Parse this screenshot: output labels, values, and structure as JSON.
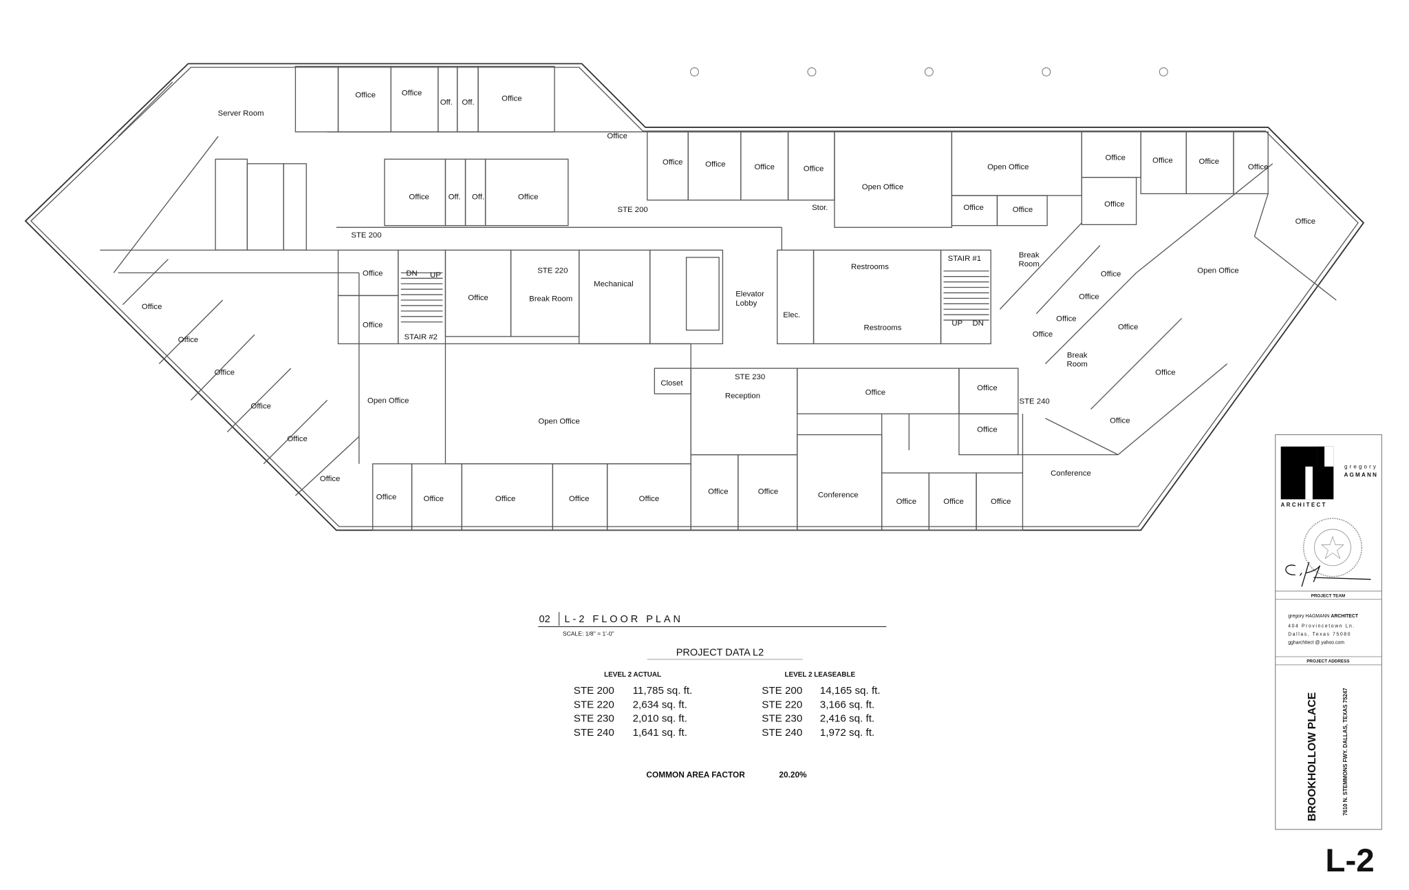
{
  "floor_plan": {
    "rooms": [
      "Server Room",
      "Office",
      "Office",
      "Off.",
      "Off.",
      "Office",
      "Office",
      "Office",
      "Office",
      "Office",
      "Office",
      "Open Office",
      "Open Office",
      "Office",
      "Office",
      "Office",
      "Office",
      "Office",
      "Office",
      "Office",
      "Office",
      "Stor.",
      "Office",
      "Off.",
      "Off.",
      "Office",
      "STE 200",
      "STE 200",
      "Office",
      "Office",
      "DN",
      "UP",
      "STAIR #2",
      "Office",
      "STE 220",
      "Break Room",
      "Mechanical",
      "Elevator",
      "Lobby",
      "Elec.",
      "Restrooms",
      "Restrooms",
      "STAIR #1",
      "UP",
      "DN",
      "Break",
      "Room",
      "Office",
      "Office",
      "Office",
      "Office",
      "Office",
      "Open Office",
      "Break",
      "Room",
      "Office",
      "Office",
      "Office",
      "Office",
      "Office",
      "Office",
      "Office",
      "Office",
      "Office",
      "Office",
      "Office",
      "Office",
      "Office",
      "Open Office",
      "Open Office",
      "Closet",
      "STE 230",
      "Reception",
      "Office",
      "Office",
      "Office",
      "STE 240",
      "Office",
      "Office",
      "Conference",
      "Office",
      "Office",
      "Office",
      "Conference"
    ]
  },
  "drawing_title": {
    "number": "02",
    "title": "L-2 FLOOR PLAN",
    "scale": "SCALE: 1/8\" = 1'-0\""
  },
  "project_data": {
    "title": "PROJECT DATA L2",
    "actual": {
      "heading": "LEVEL 2 ACTUAL",
      "rows": [
        {
          "suite": "STE 200",
          "area": "11,785 sq. ft."
        },
        {
          "suite": "STE 220",
          "area": "2,634 sq. ft."
        },
        {
          "suite": "STE 230",
          "area": "2,010 sq. ft."
        },
        {
          "suite": "STE 240",
          "area": "1,641 sq. ft."
        }
      ]
    },
    "leaseable": {
      "heading": "LEVEL 2 LEASEABLE",
      "rows": [
        {
          "suite": "STE 200",
          "area": "14,165 sq. ft."
        },
        {
          "suite": "STE 220",
          "area": "3,166 sq. ft."
        },
        {
          "suite": "STE 230",
          "area": "2,416 sq. ft."
        },
        {
          "suite": "STE 240",
          "area": "1,972 sq. ft."
        }
      ]
    },
    "common_area_label": "COMMON AREA FACTOR",
    "common_area_value": "20.20%"
  },
  "title_block": {
    "logo": {
      "first": "gregory",
      "last": "AGMANN",
      "sub": "ARCHITECT",
      "accent": "#d0202a"
    },
    "seal": "REGISTERED ARCHITECT · GREGORY G HAGMANN · 16057 · STATE OF TEXAS",
    "project_team_label": "PROJECT TEAM",
    "team_name_plain": "gregory HAGMANN ",
    "team_name_bold": "ARCHITECT",
    "address1": "404 Provincetown Ln.",
    "address2": "Dallas, Texas 75080",
    "email": "ggharchitect @ yahoo.com",
    "project_address_label": "PROJECT ADDRESS",
    "project_name": "BROOKHOLLOW PLACE",
    "project_address": "7610 N. STEMMONS FWY. DALLAS, TEXAS 75247",
    "sheet": "L-2"
  }
}
